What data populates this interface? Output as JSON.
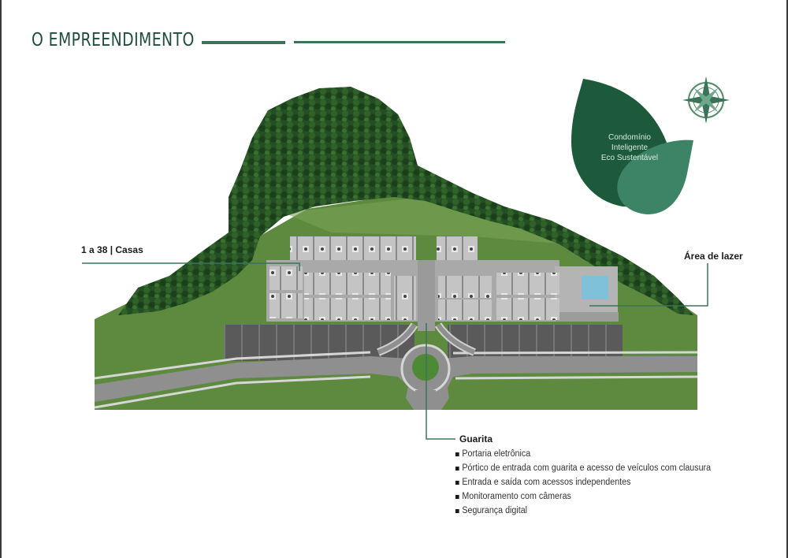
{
  "header": {
    "title": "O EMPREENDIMENTO"
  },
  "labels": {
    "houses": "1 a 38 | Casas",
    "leisure": "Área de lazer"
  },
  "badge": {
    "line1": "Condomínio",
    "line2": "Inteligente",
    "line3": "Eco Sustentável"
  },
  "guarita": {
    "title": "Guarita",
    "items": [
      "Portaria eletrônica",
      "Pórtico de entrada com guarita e acesso de veículos com clausura",
      "Entrada e saída com acessos independentes",
      "Monitoramento com câmeras",
      "Segurança digital"
    ]
  },
  "colors": {
    "brand_green": "#1f4d3b",
    "leaf_dark": "#1d5a3b",
    "leaf_light": "#3d8466",
    "forest": "#234d22",
    "lawn": "#5d8a3e",
    "road": "#8e8e8e",
    "house_roof": "#bdbdbd",
    "lot_dark": "#585858"
  }
}
